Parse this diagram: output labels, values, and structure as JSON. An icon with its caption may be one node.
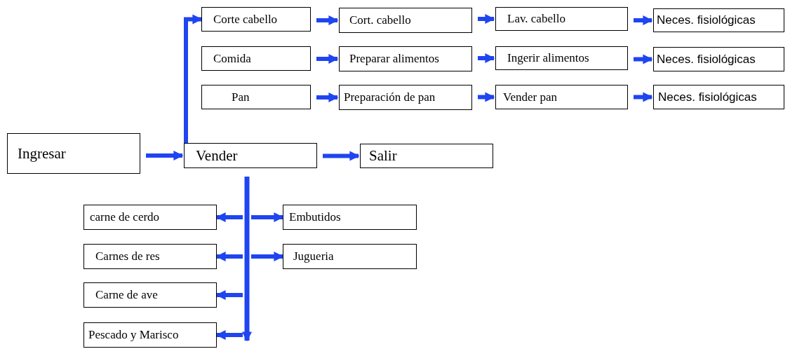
{
  "diagram": {
    "nodes": [
      {
        "text": [
          "Ingresar"
        ]
      },
      {
        "text": [
          "Vender"
        ]
      },
      {
        "text": [
          "Salir"
        ]
      },
      {
        "text": [
          "Corte cabello"
        ]
      },
      {
        "text": [
          "Cort. cabello"
        ]
      },
      {
        "text": [
          "Lav. cabello"
        ]
      },
      {
        "text": [
          "Neces. fisiológicas"
        ]
      },
      {
        "text": [
          "Comida"
        ]
      },
      {
        "text": [
          "Preparar alimentos"
        ]
      },
      {
        "text": [
          "Ingerir alimentos"
        ]
      },
      {
        "text": [
          "Neces. fisiológicas"
        ]
      },
      {
        "text": [
          "Pan"
        ]
      },
      {
        "text": [
          "Preparación de pan"
        ]
      },
      {
        "text": [
          "Vender pan"
        ]
      },
      {
        "text": [
          "Neces. fisiológicas"
        ]
      },
      {
        "text": [
          "carne de cerdo"
        ]
      },
      {
        "text": [
          "Embutidos"
        ]
      },
      {
        "text": [
          "Carnes de res"
        ]
      },
      {
        "text": [
          "Jugueria"
        ]
      },
      {
        "text": [
          "Carne de ave"
        ]
      },
      {
        "text": [
          "Pescado y Marisco"
        ]
      }
    ],
    "edges": [
      {
        "from": 0,
        "to": 1,
        "arrow": "to"
      },
      {
        "from": 1,
        "to": 2,
        "arrow": "to"
      },
      {
        "from": 1,
        "to": 3,
        "arrow": "to"
      },
      {
        "from": 3,
        "to": 4,
        "arrow": "to"
      },
      {
        "from": 4,
        "to": 5,
        "arrow": "to"
      },
      {
        "from": 5,
        "to": 6,
        "arrow": "to"
      },
      {
        "from": 7,
        "to": 8,
        "arrow": "to"
      },
      {
        "from": 8,
        "to": 9,
        "arrow": "to"
      },
      {
        "from": 9,
        "to": 10,
        "arrow": "to"
      },
      {
        "from": 11,
        "to": 12,
        "arrow": "to"
      },
      {
        "from": 12,
        "to": 13,
        "arrow": "to"
      },
      {
        "from": 13,
        "to": 14,
        "arrow": "to"
      },
      {
        "from": 1,
        "to": 15,
        "arrow": "to"
      },
      {
        "from": 1,
        "to": 16,
        "arrow": "to"
      },
      {
        "from": 1,
        "to": 17,
        "arrow": "to"
      },
      {
        "from": 1,
        "to": 18,
        "arrow": "to"
      },
      {
        "from": 1,
        "to": 19,
        "arrow": "to"
      },
      {
        "from": 1,
        "to": 20,
        "arrow": "to"
      }
    ]
  }
}
